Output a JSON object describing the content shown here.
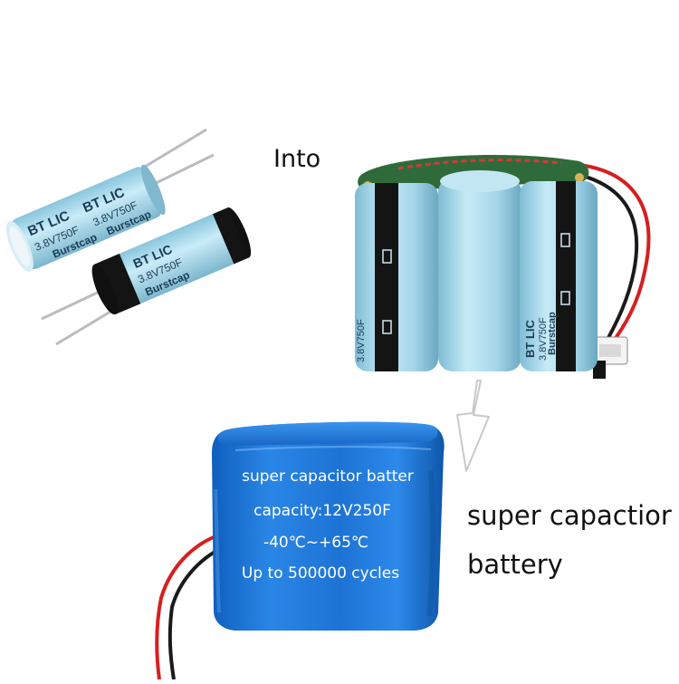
{
  "captions": {
    "into": "Into",
    "result_line_1": "super capactior",
    "result_line_2": "battery"
  },
  "capacitor_print": {
    "brand": "BT LIC",
    "rating": "3.8V750F",
    "series": "Burstcap"
  },
  "battery_label": {
    "line_1": "super capacitor batter",
    "line_2": "capacity:12V250F",
    "line_3": "-40℃~+65℃",
    "line_4": "Up to 500000 cycles"
  },
  "colors": {
    "capacitor_sleeve": "#a9d8ea",
    "capacitor_band": "#141414",
    "battery_wrap": "#1a74d6",
    "wire_red": "#d42020",
    "wire_black": "#1a1a1a",
    "pcb_green": "#2f6b3a"
  }
}
